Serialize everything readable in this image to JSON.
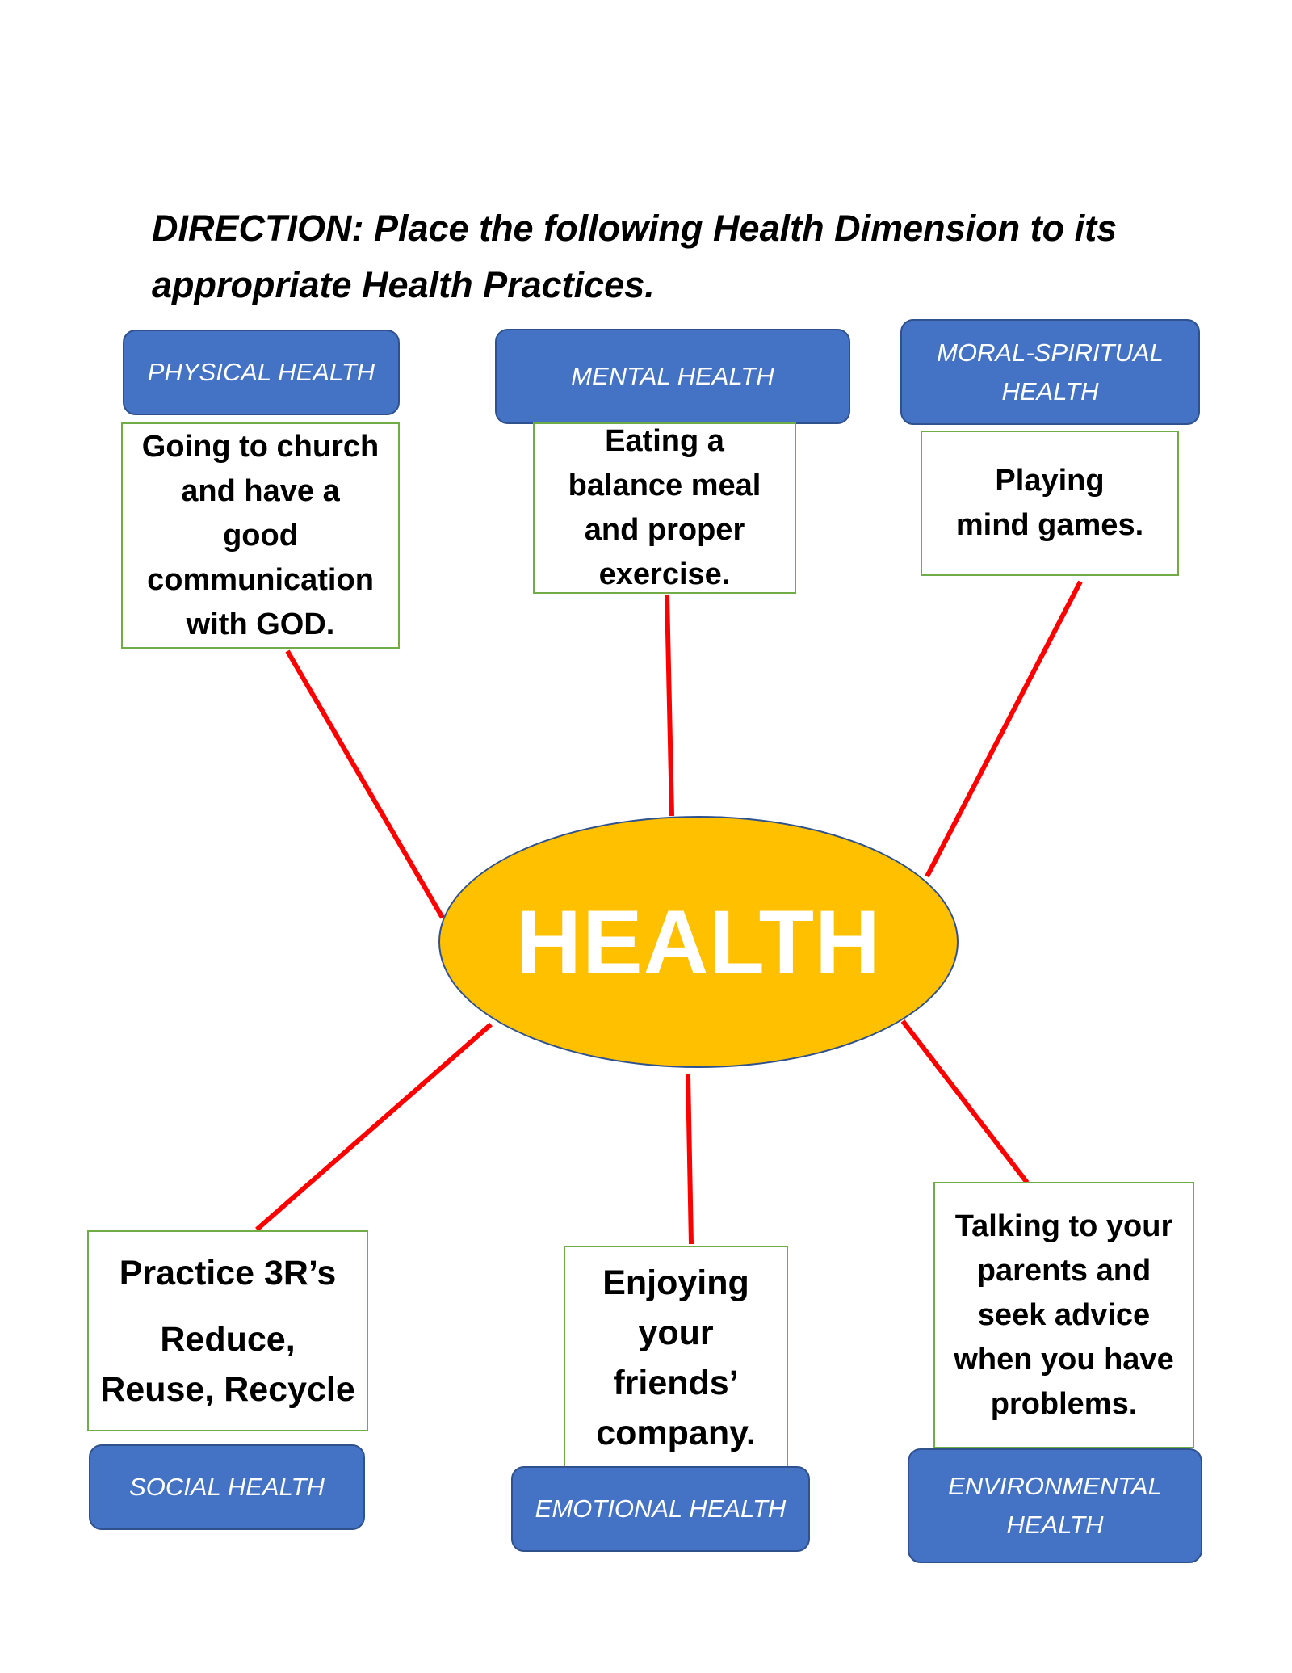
{
  "direction": "DIRECTION: Place the following Health Dimension to its appropriate Health Practices.",
  "center": {
    "label": "HEALTH"
  },
  "dimensions": {
    "physical": "PHYSICAL HEALTH",
    "mental": "MENTAL HEALTH",
    "moral_spiritual": "MORAL-SPIRITUAL HEALTH",
    "social": "SOCIAL HEALTH",
    "emotional": "EMOTIONAL HEALTH",
    "environmental": "ENVIRONMENTAL HEALTH"
  },
  "practices": {
    "church": "Going to church and have a good communication with GOD.",
    "meal": "Eating a balance meal and proper exercise.",
    "mind_games": "Playing mind games.",
    "three_rs_title": "Practice 3R’s",
    "three_rs_detail": "Reduce, Reuse, Recycle",
    "friends": "Enjoying your friends’ company.",
    "parents": "Talking to your parents and seek advice when you have problems."
  },
  "colors": {
    "label_fill": "#4472c4",
    "label_border": "#2f528f",
    "center_fill": "#ffc000",
    "practice_border": "#70ad47",
    "connector": "#ff0000"
  }
}
